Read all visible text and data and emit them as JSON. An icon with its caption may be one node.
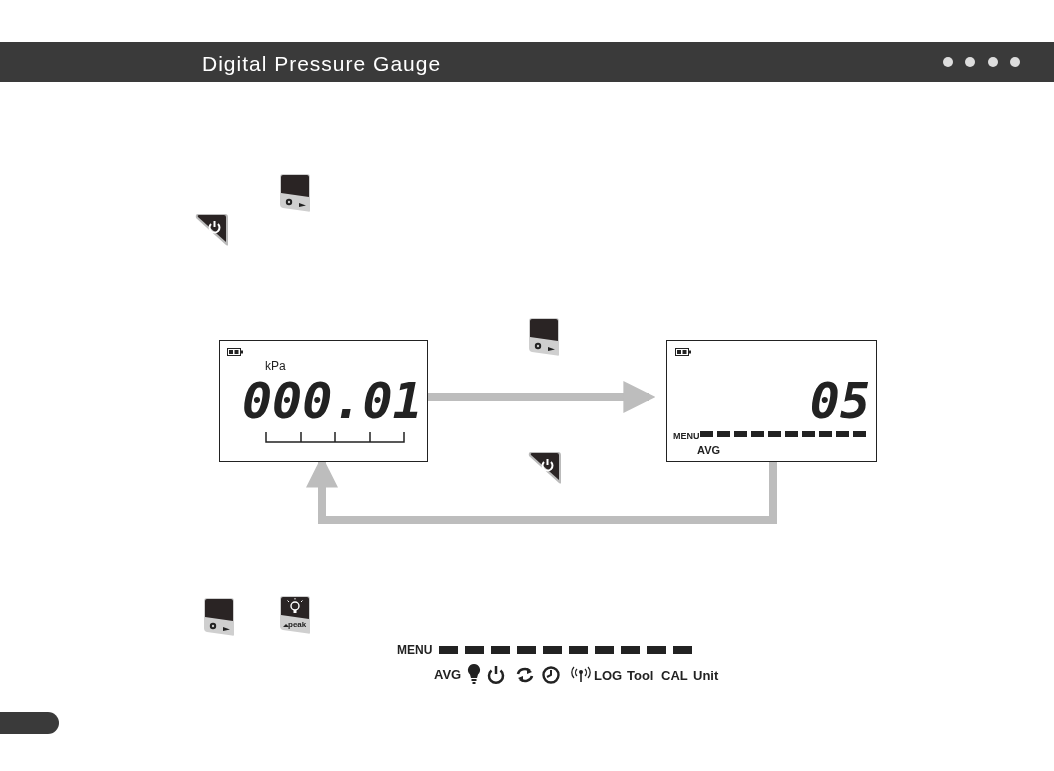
{
  "diagram": {
    "title": "Digital Pressure Gauge",
    "nodes": [
      {
        "text": [
          "kPa",
          "000.01"
        ]
      },
      {
        "text": [
          "05",
          "MENU",
          "AVG"
        ]
      }
    ],
    "edges": [
      {
        "from": 0,
        "to": 1,
        "arrow": "to"
      },
      {
        "from": 1,
        "to": 0,
        "arrow": "to"
      }
    ],
    "labels": [
      "peak",
      "MENU",
      "AVG",
      "LOG",
      "Tool",
      "CAL",
      "Unit"
    ]
  }
}
